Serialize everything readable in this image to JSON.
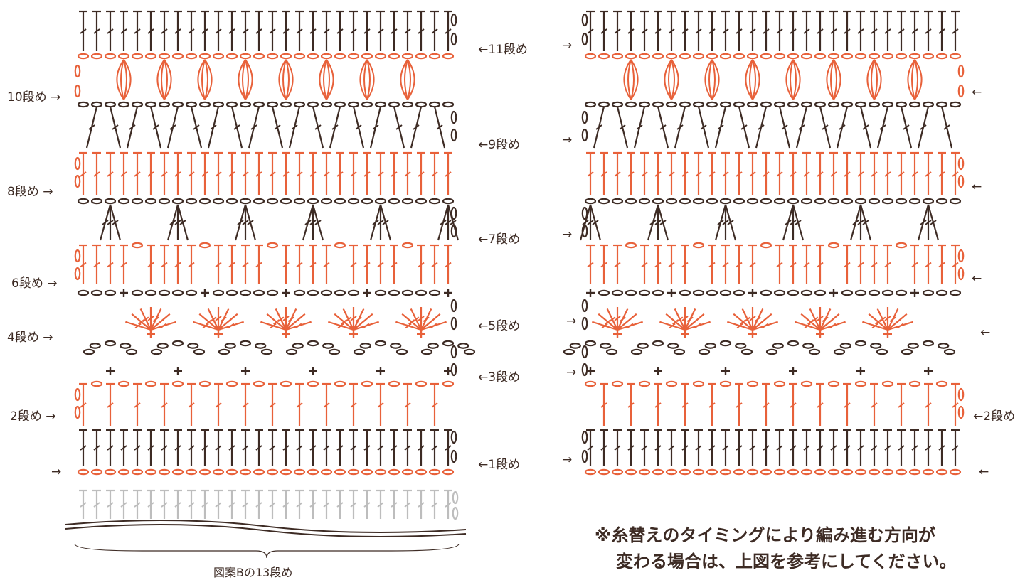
{
  "colors": {
    "brown": "#3d2b24",
    "orange": "#e8613a",
    "gray": "#bdbdbd"
  },
  "labels": {
    "left_rows": [
      "11段め",
      "10段め",
      "9段め",
      "8段め",
      "7段め",
      "6段め",
      "5段め",
      "4段め",
      "3段め",
      "2段め",
      "1段め"
    ],
    "right_rows": [
      "2段め"
    ],
    "pattern_b_caption": "図案Bの13段め"
  },
  "note": {
    "line1": "※糸替えのタイミングにより編み進む方向が",
    "line2": "変わる場合は、上図を参考にしてください。"
  },
  "icons": [
    "arrow-left-icon",
    "arrow-right-icon"
  ]
}
